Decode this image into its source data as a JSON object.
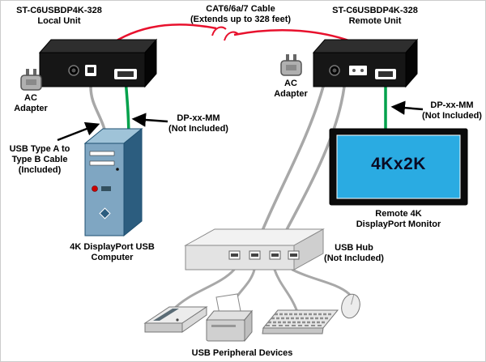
{
  "diagram": {
    "local_unit_label": "ST-C6USBDP4K-328\nLocal Unit",
    "cat_cable_label": "CAT6/6a/7 Cable\n(Extends up to 328 feet)",
    "remote_unit_label": "ST-C6USBDP4K-328\nRemote Unit",
    "ac_adapter_left_label": "AC\nAdapter",
    "ac_adapter_right_label": "AC\nAdapter",
    "dp_left_label": "DP-xx-MM\n(Not Included)",
    "dp_right_label": "DP-xx-MM\n(Not Included)",
    "usb_ab_cable_label": "USB Type A to\nType B Cable\n(Included)",
    "computer_label": "4K DisplayPort USB\nComputer",
    "monitor_screen_text": "4Kx2K",
    "monitor_label": "Remote 4K\nDisplayPort Monitor",
    "usb_hub_label": "USB Hub\n(Not Included)",
    "peripherals_label": "USB Peripheral Devices",
    "colors": {
      "cat_cable": "#e8112d",
      "dp_cable": "#00a14b",
      "usb_cable": "#a8a8a8",
      "monitor_screen": "#2aabe2",
      "unit_front": "#161616",
      "unit_top": "#2e2e2e"
    }
  }
}
